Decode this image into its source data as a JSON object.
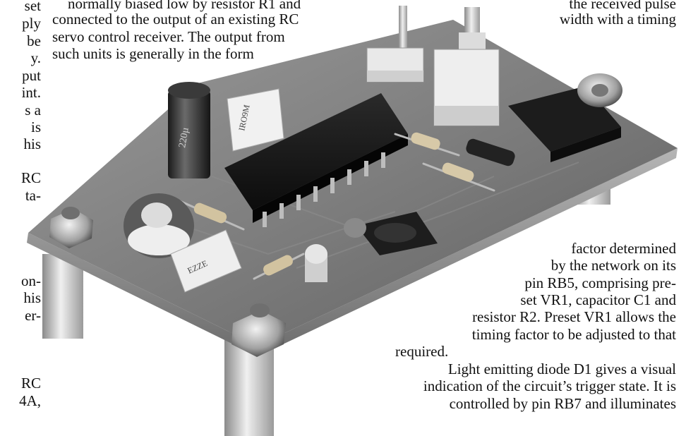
{
  "left_fragments": [
    "set",
    "ply",
    "be",
    "y.",
    "put",
    "int.",
    "s a",
    "is",
    "his",
    "RC",
    "ta-",
    "on-",
    "his",
    "er-",
    "RC",
    "4A,"
  ],
  "top_center_lines": [
    "normally biased low by resistor R1 and",
    "connected to the output of an existing RC",
    "servo control receiver. The output from",
    "such units is generally in the form"
  ],
  "top_right_lines": [
    "the received pulse",
    "width with a timing"
  ],
  "bottom_right_lines": [
    "factor determined",
    "by the network on its",
    "pin RB5, comprising pre-",
    "set VR1, capacitor C1 and",
    "resistor R2. Preset VR1 allows the",
    "timing factor to be adjusted to that",
    "required.",
    "Light emitting diode D1 gives a visual",
    "indication of the circuit’s trigger state. It is",
    "controlled by pin RB7 and illuminates"
  ],
  "component_markings": {
    "capacitor": "220µ",
    "ceramic_cap_top": "IRO9M",
    "ceramic_cap_bottom": "EZZE"
  }
}
